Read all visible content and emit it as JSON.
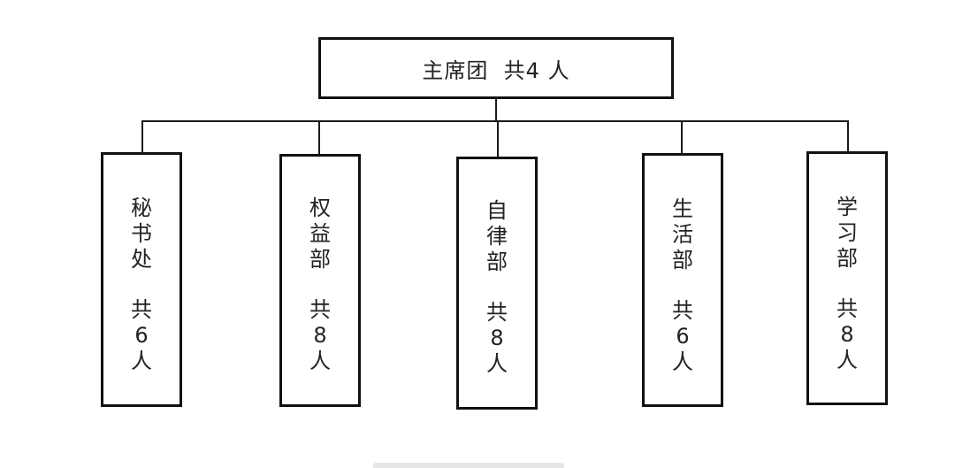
{
  "root": {
    "label": "主席团  共4 人"
  },
  "departments": [
    {
      "name_chars": [
        "秘",
        "书",
        "处"
      ],
      "count_chars": [
        "共",
        "6",
        "人"
      ]
    },
    {
      "name_chars": [
        "权",
        "益",
        "部"
      ],
      "count_chars": [
        "共",
        "8",
        "人"
      ]
    },
    {
      "name_chars": [
        "自",
        "律",
        "部"
      ],
      "count_chars": [
        "共",
        "8",
        "人"
      ]
    },
    {
      "name_chars": [
        "生",
        "活",
        "部"
      ],
      "count_chars": [
        "共",
        "6",
        "人"
      ]
    },
    {
      "name_chars": [
        "学",
        "习",
        "部"
      ],
      "count_chars": [
        "共",
        "8",
        "人"
      ]
    }
  ]
}
